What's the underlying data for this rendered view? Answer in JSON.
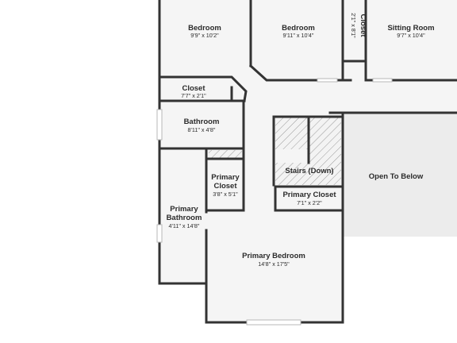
{
  "floor_plan": {
    "rooms": [
      {
        "key": "bedroom_1",
        "name": "Bedroom",
        "dims": "9'9\" x 10'2\""
      },
      {
        "key": "bedroom_2",
        "name": "Bedroom",
        "dims": "9'11\" x 10'4\""
      },
      {
        "key": "closet_hall",
        "name": "Closet",
        "dims": "2'1\" x 8'1\""
      },
      {
        "key": "sitting_room",
        "name": "Sitting Room",
        "dims": "9'7\" x 10'4\""
      },
      {
        "key": "closet_small",
        "name": "Closet",
        "dims": "7'7\" x 2'1\""
      },
      {
        "key": "bathroom",
        "name": "Bathroom",
        "dims": "8'11\" x 4'8\""
      },
      {
        "key": "primary_closet_left",
        "name_lines": [
          "Primary",
          "Closet"
        ],
        "dims": "3'8\" x 5'1\""
      },
      {
        "key": "stairs",
        "name": "Stairs (Down)"
      },
      {
        "key": "open_to_below",
        "name": "Open To Below"
      },
      {
        "key": "primary_closet_right",
        "name": "Primary Closet",
        "dims": "7'1\" x 2'2\""
      },
      {
        "key": "primary_bathroom",
        "name_lines": [
          "Primary",
          "Bathroom"
        ],
        "dims": "4'11\" x 14'8\""
      },
      {
        "key": "primary_bedroom",
        "name": "Primary Bedroom",
        "dims": "14'8\" x 17'5\""
      }
    ],
    "colors": {
      "wall": "#333333",
      "floor": "#f5f5f5",
      "open_area": "#ececec",
      "hatch": "#9a9a9a",
      "page": "#ffffff"
    }
  }
}
